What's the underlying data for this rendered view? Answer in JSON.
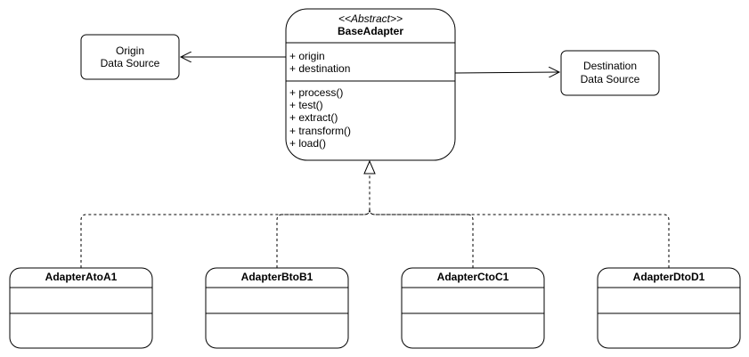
{
  "base_class": {
    "stereotype": "<<Abstract>>",
    "name": "BaseAdapter",
    "attributes": [
      "+ origin",
      "+ destination"
    ],
    "methods": [
      "+ process()",
      "+ test()",
      "+ extract()",
      "+ transform()",
      "+ load()"
    ]
  },
  "origin_box": {
    "line1": "Origin",
    "line2": "Data Source"
  },
  "destination_box": {
    "line1": "Destination",
    "line2": "Data Source"
  },
  "subclasses": [
    {
      "name": "AdapterAtoA1"
    },
    {
      "name": "AdapterBtoB1"
    },
    {
      "name": "AdapterCtoC1"
    },
    {
      "name": "AdapterDtoD1"
    }
  ]
}
